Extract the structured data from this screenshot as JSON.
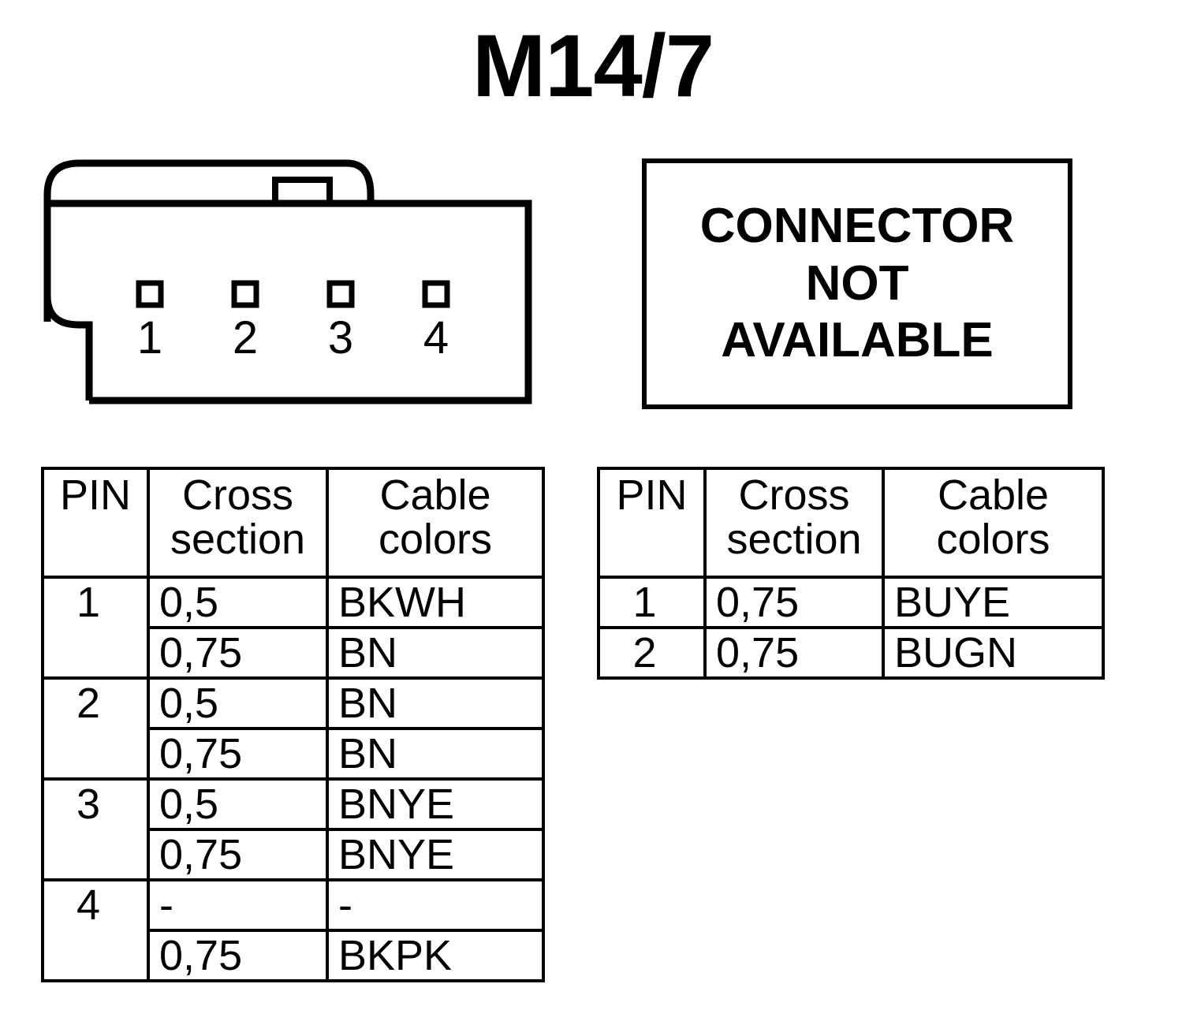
{
  "title": "M14/7",
  "connector": {
    "pin_labels": [
      "1",
      "2",
      "3",
      "4"
    ],
    "outline_color": "#000000"
  },
  "notice": {
    "lines": [
      "CONNECTOR",
      "NOT",
      "AVAILABLE"
    ]
  },
  "tables": [
    {
      "id": "left",
      "headers": {
        "pin": "PIN",
        "cross_line1": "Cross",
        "cross_line2": "section",
        "colors_line1": "Cable",
        "colors_line2": "colors"
      },
      "rows": [
        {
          "pin": "1",
          "cross": "0,5",
          "colors": "BKWH"
        },
        {
          "pin": "",
          "cross": "0,75",
          "colors": "BN"
        },
        {
          "pin": "2",
          "cross": "0,5",
          "colors": "BN"
        },
        {
          "pin": "",
          "cross": "0,75",
          "colors": "BN"
        },
        {
          "pin": "3",
          "cross": "0,5",
          "colors": "BNYE"
        },
        {
          "pin": "",
          "cross": "0,75",
          "colors": "BNYE"
        },
        {
          "pin": "4",
          "cross": "-",
          "colors": "-"
        },
        {
          "pin": "",
          "cross": "0,75",
          "colors": "BKPK"
        }
      ]
    },
    {
      "id": "right",
      "headers": {
        "pin": "PIN",
        "cross_line1": "Cross",
        "cross_line2": "section",
        "colors_line1": "Cable",
        "colors_line2": "colors"
      },
      "rows": [
        {
          "pin": "1",
          "cross": "0,75",
          "colors": "BUYE"
        },
        {
          "pin": "2",
          "cross": "0,75",
          "colors": "BUGN"
        }
      ]
    }
  ]
}
